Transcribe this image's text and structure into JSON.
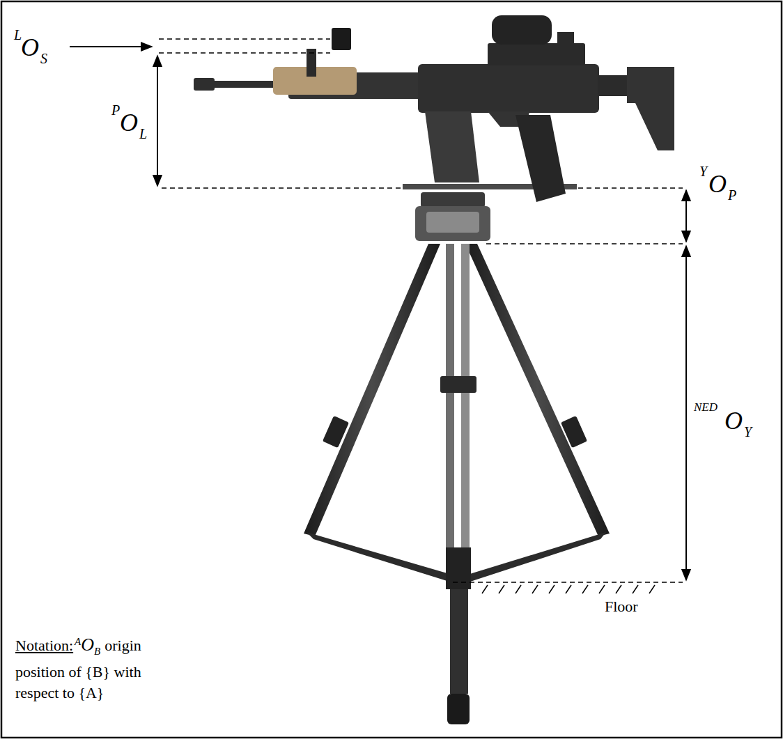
{
  "diagram": {
    "labels": [
      "L",
      "O",
      "S",
      "P",
      "O",
      "L",
      "Y",
      "O",
      "P",
      "NED",
      "O",
      "Y",
      "Floor",
      "Notation:",
      "A",
      "O",
      "B",
      "origin position of {B} with respect to {A}"
    ]
  }
}
